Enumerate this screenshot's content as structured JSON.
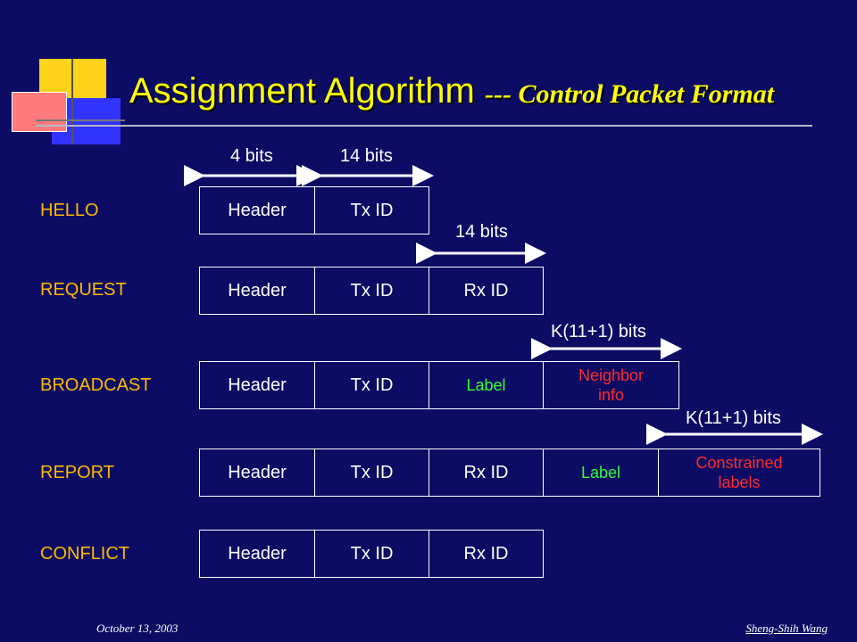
{
  "title": {
    "main": "Assignment Algorithm",
    "sub": "--- Control Packet Format"
  },
  "rows": [
    {
      "label": "HELLO",
      "fields": [
        "Header",
        "Tx ID"
      ]
    },
    {
      "label": "REQUEST",
      "fields": [
        "Header",
        "Tx ID",
        "Rx ID"
      ]
    },
    {
      "label": "BROADCAST",
      "fields": [
        "Header",
        "Tx ID",
        "Label",
        "Neighbor",
        "info"
      ]
    },
    {
      "label": "REPORT",
      "fields": [
        "Header",
        "Tx ID",
        "Rx ID",
        "Label",
        "Constrained",
        "labels"
      ]
    },
    {
      "label": "CONFLICT",
      "fields": [
        "Header",
        "Tx ID",
        "Rx ID"
      ]
    }
  ],
  "bit_labels": {
    "header": "4 bits",
    "txid": "14 bits",
    "rxid": "14 bits",
    "neighbor": "K(11+1) bits",
    "constrained": "K(11+1) bits"
  },
  "colors": {
    "background": "#0c0c64",
    "title": "#ffff00",
    "row_label": "#ffb800",
    "label_field": "#33ff33",
    "info_field": "#ff2a2a"
  },
  "footer": {
    "date": "October 13, 2003",
    "author": "Sheng-Shih Wang"
  }
}
